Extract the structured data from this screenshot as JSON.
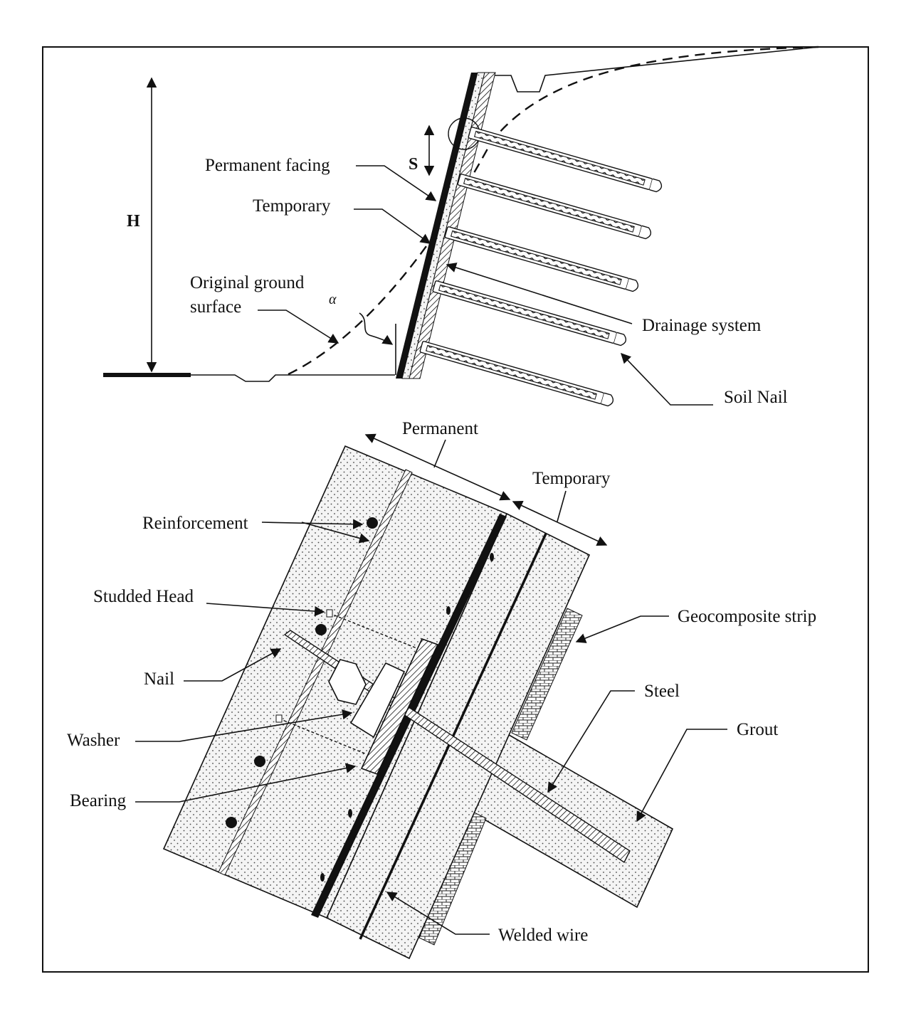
{
  "diagram": {
    "upper": {
      "height_symbol": "H",
      "spacing_symbol": "S",
      "angle_symbol": "α",
      "labels": {
        "permanent_facing": "Permanent facing",
        "temporary": "Temporary",
        "original_ground_line1": "Original ground",
        "original_ground_line2": "surface",
        "drainage_system": "Drainage system",
        "soil_nail": "Soil Nail"
      }
    },
    "detail": {
      "labels": {
        "permanent": "Permanent",
        "temporary": "Temporary",
        "reinforcement": "Reinforcement",
        "studded_head": "Studded Head",
        "geocomposite_strip": "Geocomposite strip",
        "nail": "Nail",
        "steel": "Steel",
        "grout": "Grout",
        "washer": "Washer",
        "bearing": "Bearing",
        "welded_wire": "Welded wire"
      }
    }
  },
  "colors": {
    "line": "#111111",
    "concrete_fill": "#f1f1f1",
    "background": "#ffffff"
  }
}
